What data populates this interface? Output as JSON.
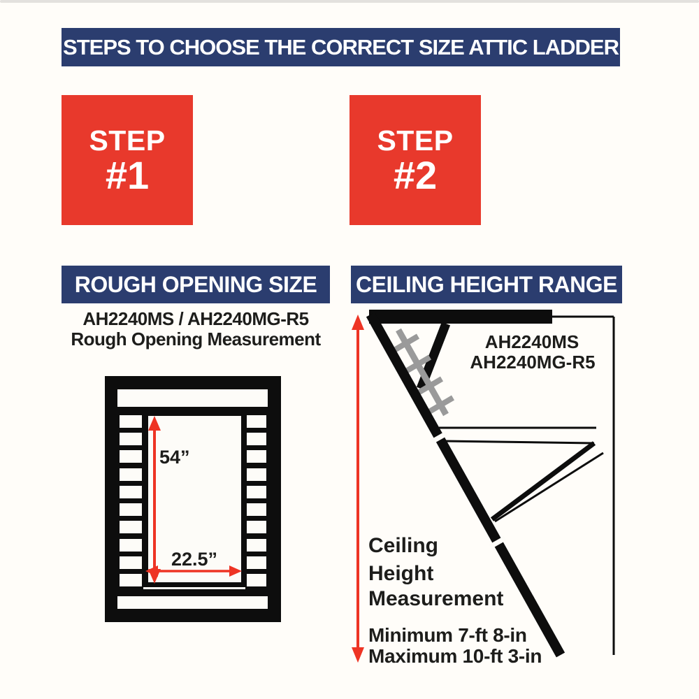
{
  "header": {
    "title": "STEPS TO CHOOSE THE CORRECT SIZE ATTIC LADDER"
  },
  "steps": [
    {
      "label": "STEP",
      "number": "#1"
    },
    {
      "label": "STEP",
      "number": "#2"
    }
  ],
  "rough_opening": {
    "banner": "ROUGH OPENING SIZE",
    "models": "AH2240MS / AH2240MG-R5",
    "subtitle": "Rough Opening Measurement",
    "height_label": "54”",
    "width_label": "22.5”"
  },
  "ceiling_height": {
    "banner": "CEILING HEIGHT RANGE",
    "model_line1": "AH2240MS",
    "model_line2": "AH2240MG-R5",
    "measure_line1": "Ceiling",
    "measure_line2": "Height",
    "measure_line3": "Measurement",
    "minimum": "Minimum 7-ft 8-in",
    "maximum": "Maximum 10-ft 3-in"
  },
  "colors": {
    "navy": "#2b3d6f",
    "red": "#e8392c",
    "arrow_red": "#ee3424",
    "ink": "#1d1d1b",
    "ladder_gray": "#9a9a9a"
  }
}
